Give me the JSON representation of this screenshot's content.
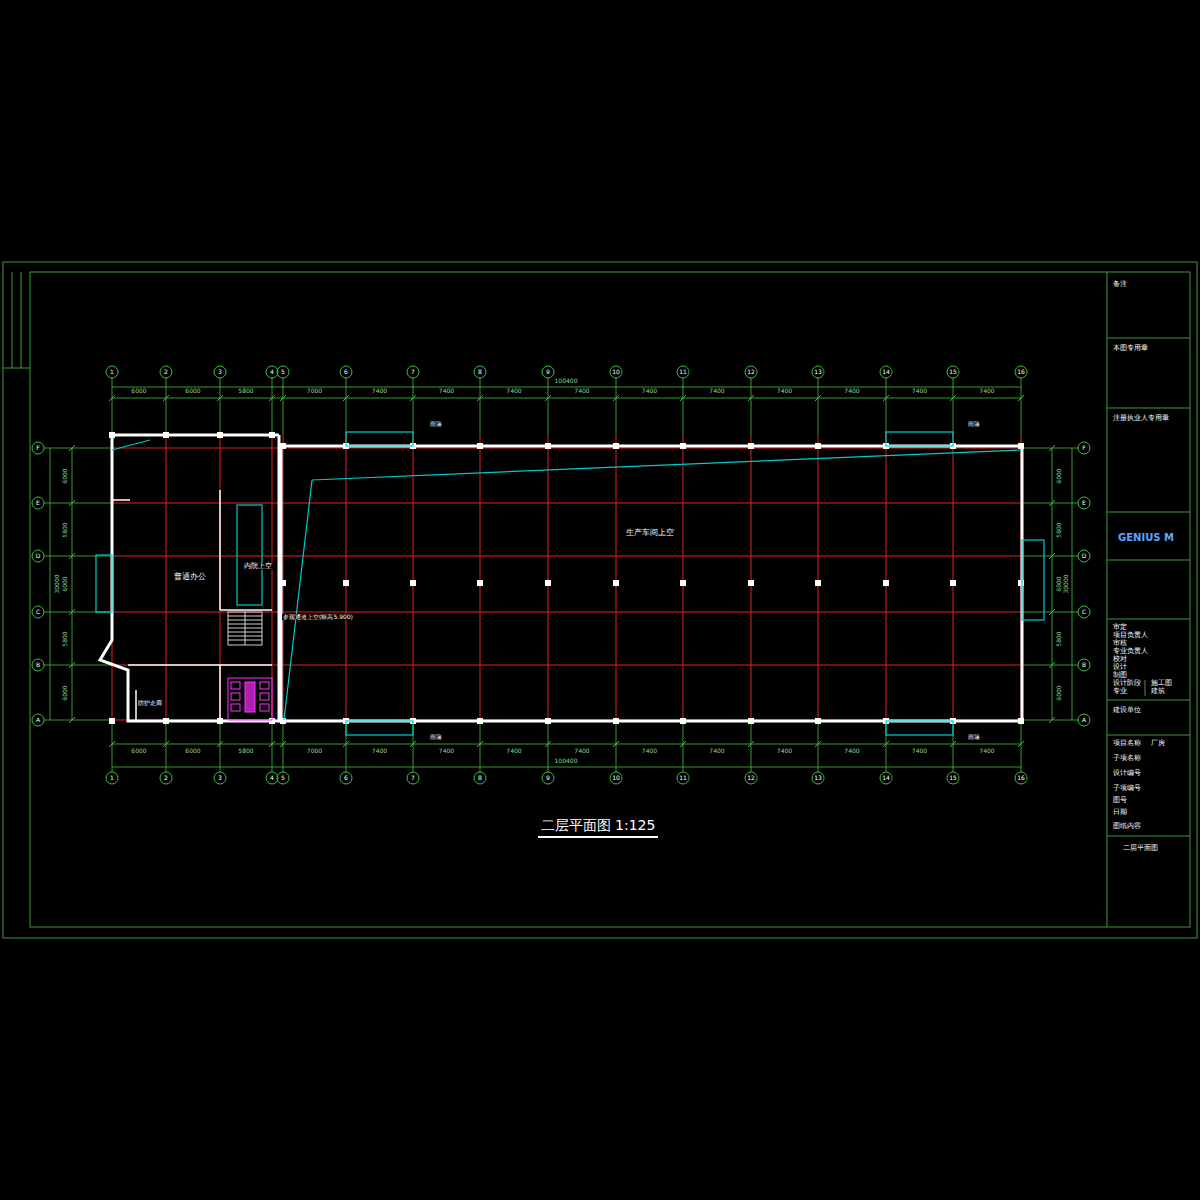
{
  "diagram": {
    "title": "二层平面图 1:125",
    "labels": [
      "生产车间上空",
      "普通办公",
      "内院上空",
      "参观通道上空(标高5.900)",
      "防护走廊",
      "1",
      "2",
      "3",
      "4",
      "5",
      "6",
      "7",
      "8",
      "9",
      "10",
      "11",
      "12",
      "13",
      "14",
      "15",
      "16",
      "1",
      "2",
      "3",
      "4",
      "5",
      "6",
      "7",
      "8",
      "9",
      "10",
      "11",
      "12",
      "13",
      "14",
      "15",
      "16",
      "A",
      "B",
      "C",
      "D",
      "E",
      "F",
      "A",
      "B",
      "C",
      "D",
      "E",
      "F",
      "6000",
      "6000",
      "5800",
      "7000",
      "7400",
      "7400",
      "7400",
      "7400",
      "7400",
      "7400",
      "7400",
      "7400",
      "7400",
      "7400",
      "6000",
      "6000",
      "5800",
      "7000",
      "7400",
      "7400",
      "7400",
      "7400",
      "7400",
      "7400",
      "7400",
      "7400",
      "7400",
      "7400",
      "100400",
      "100400",
      "6000",
      "5800",
      "6000",
      "5800",
      "6000",
      "30000",
      "6000",
      "5800",
      "6000",
      "5800",
      "6000",
      "30000",
      "雨篷",
      "雨篷",
      "雨篷",
      "雨篷",
      "备注",
      "本图专用章",
      "注册执业人专用章",
      "GENIUS M",
      "审定",
      "项目负责人",
      "审核",
      "专业负责人",
      "校对",
      "设计",
      "制图",
      "设计阶段",
      "施工图",
      "专业",
      "建筑",
      "建设单位",
      "项目名称",
      "厂房",
      "子项名称",
      "设计编号",
      "子项编号",
      "图号",
      "日期",
      "图纸内容",
      "二层平面图"
    ]
  }
}
